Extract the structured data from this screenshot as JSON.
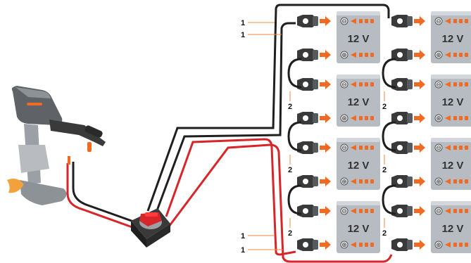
{
  "colors": {
    "wire_black": "#1f1f1f",
    "wire_red": "#d7262a",
    "battery_body": "#b7bcc2",
    "battery_top": "#d3d7db",
    "clamp": "#3a3a3a",
    "arrow": "#f26a21",
    "terminal_dots": "#f26a21",
    "switch_red": "#d7262a",
    "motor_grey": "#8d9297",
    "leader_orange": "#f08a3c"
  },
  "batteries": [
    {
      "col": "left",
      "row": 1,
      "label": "12 V",
      "neg_sign": "⊖",
      "pos_sign": "⊕"
    },
    {
      "col": "left",
      "row": 2,
      "label": "12 V",
      "neg_sign": "⊖",
      "pos_sign": "⊕"
    },
    {
      "col": "left",
      "row": 3,
      "label": "12 V",
      "neg_sign": "⊖",
      "pos_sign": "⊕"
    },
    {
      "col": "left",
      "row": 4,
      "label": "12 V",
      "neg_sign": "⊖",
      "pos_sign": "⊕"
    },
    {
      "col": "right",
      "row": 1,
      "label": "12 V",
      "neg_sign": "⊖",
      "pos_sign": "⊕"
    },
    {
      "col": "right",
      "row": 2,
      "label": "12 V",
      "neg_sign": "⊖",
      "pos_sign": "⊕"
    },
    {
      "col": "right",
      "row": 3,
      "label": "12 V",
      "neg_sign": "⊖",
      "pos_sign": "⊕"
    },
    {
      "col": "right",
      "row": 4,
      "label": "12 V",
      "neg_sign": "⊖",
      "pos_sign": "⊕"
    }
  ],
  "callouts": {
    "top_1": "1",
    "top_2": "1",
    "bottom_1": "1",
    "bottom_2": "1",
    "jumper_left_1": "2",
    "jumper_left_2": "2",
    "jumper_left_3": "2",
    "jumper_right_1": "2",
    "jumper_right_2": "2",
    "jumper_right_3": "2"
  },
  "components": {
    "motor": "outboard-motor",
    "switch": "battery-main-switch"
  }
}
